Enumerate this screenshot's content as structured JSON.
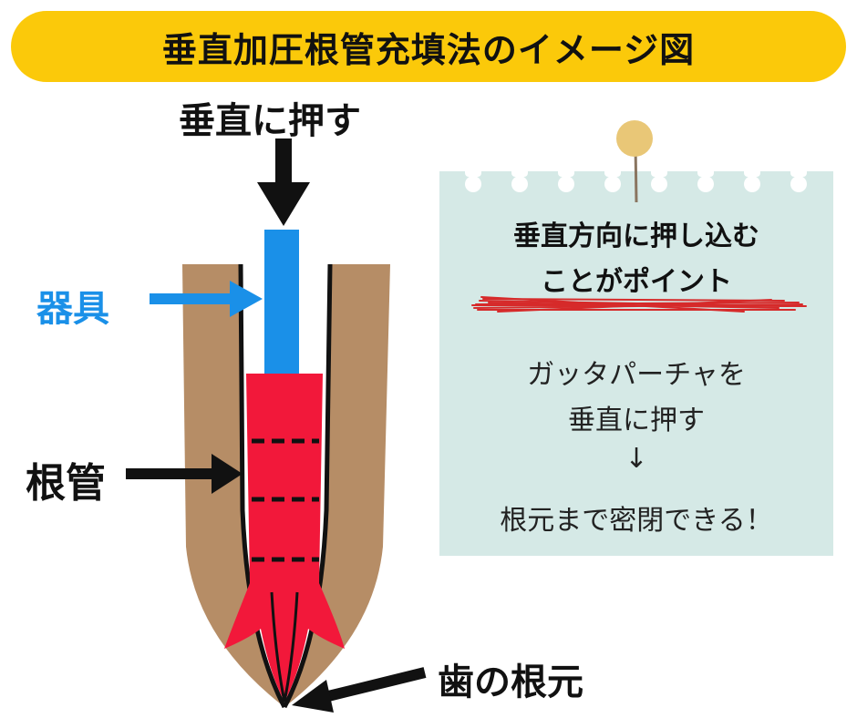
{
  "title": "垂直加圧根管充填法のイメージ図",
  "labels": {
    "push": "垂直に押す",
    "tool": "器具",
    "canal": "根管",
    "root_tip": "歯の根元"
  },
  "note": {
    "headline_line1": "垂直方向に押し込む",
    "headline_line2": "ことがポイント",
    "body_line1": "ガッタパーチャを",
    "body_line2": "垂直に押す",
    "arrow": "↓",
    "body_line3": "根元まで密閉できる！"
  },
  "colors": {
    "banner": "#fbc90a",
    "tooth": "#b68d66",
    "gutta_percha": "#f2183a",
    "instrument": "#1a90e8",
    "note_paper": "#d5e9e6",
    "text_dark": "#111111"
  }
}
